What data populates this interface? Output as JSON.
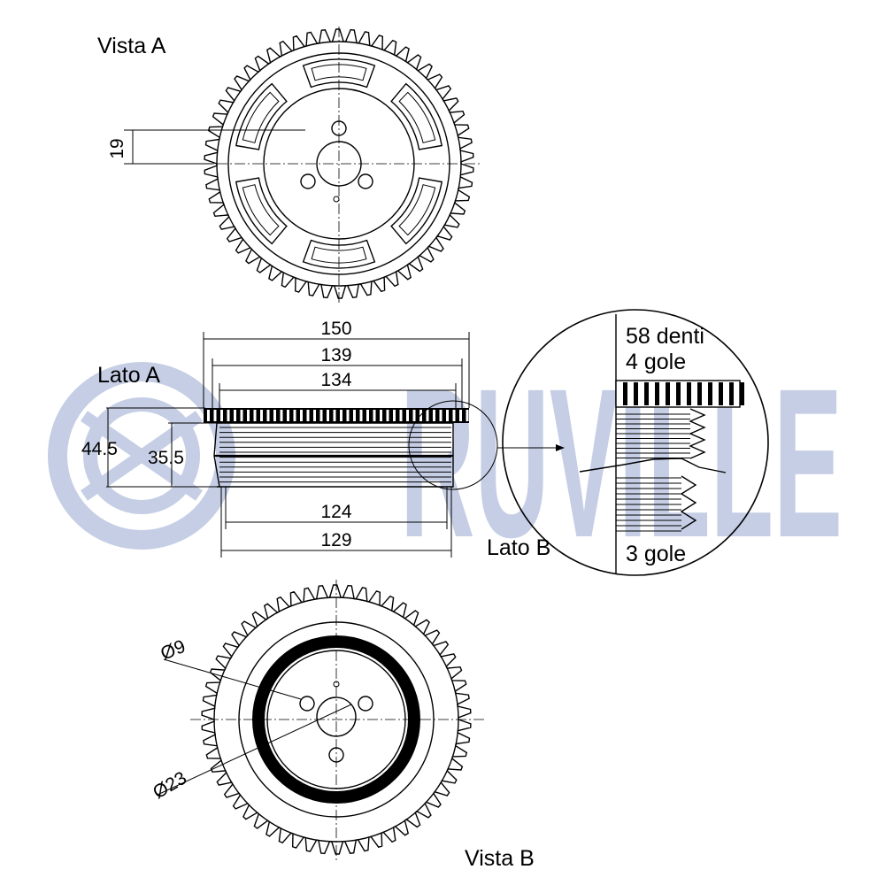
{
  "brand": {
    "name": "RUVILLE",
    "color": "#c5cee5"
  },
  "views": {
    "view_a": "Vista A",
    "view_b": "Vista B",
    "side_a": "Lato A",
    "side_b": "Lato B"
  },
  "dimensions": {
    "d150": "150",
    "d139": "139",
    "d134": "134",
    "d124": "124",
    "d129": "129",
    "d44_5": "44.5",
    "d35_5": "35.5",
    "d19": "19",
    "dia9": "Ø9",
    "dia23": "Ø23"
  },
  "detail": {
    "teeth": "58 denti",
    "grooves_top": "4 gole",
    "grooves_bottom": "3 gole"
  }
}
